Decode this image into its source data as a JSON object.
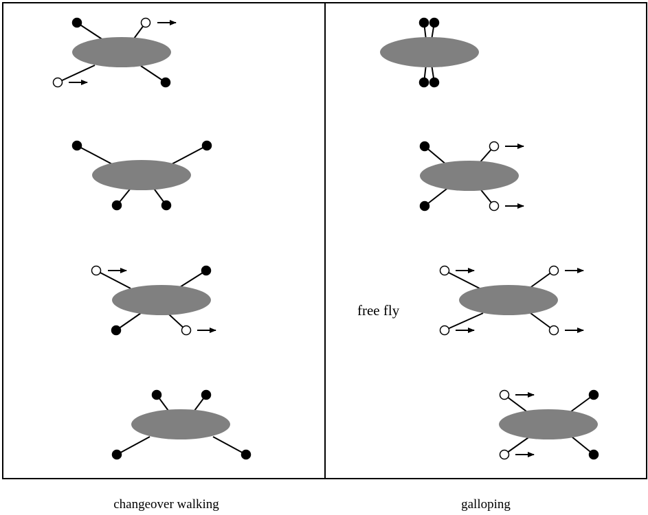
{
  "panels": {
    "left": {
      "caption": "changeover walking"
    },
    "right": {
      "caption": "galloping",
      "annotation": "free fly"
    }
  },
  "colors": {
    "body": "#808080",
    "planted_foot": "#000000",
    "lifted_foot": "#ffffff",
    "line": "#000000",
    "background": "#ffffff"
  },
  "legend_semantics": {
    "filled-circle": "foot on ground",
    "open-circle-with-arrow": "foot in air, moving forward"
  }
}
